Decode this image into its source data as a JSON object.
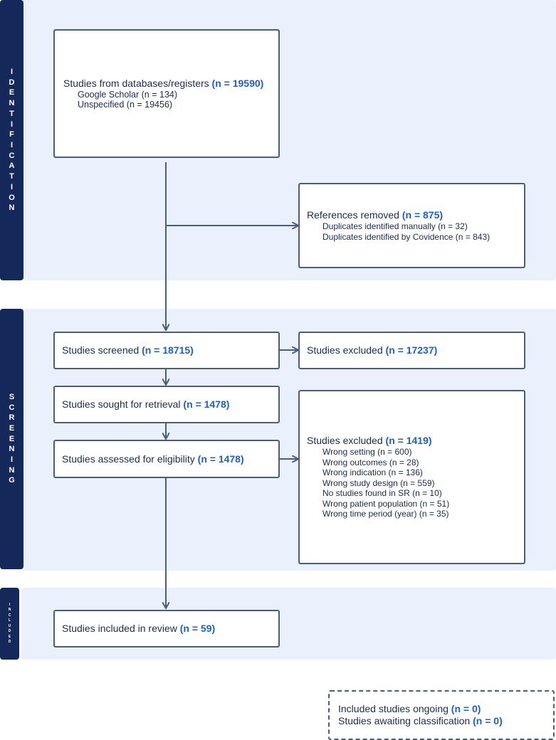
{
  "sections": {
    "identification": "IDENTIFICATION",
    "screening": "SCREENING",
    "included": "INCLUDED"
  },
  "identification": {
    "databases": {
      "label": "Studies from databases/registers",
      "n": "(n = 19590)",
      "sources": [
        "Google Scholar (n = 134)",
        "Unspecified (n = 19456)"
      ]
    },
    "removed": {
      "label": "References removed",
      "n": "(n = 875)",
      "items": [
        "Duplicates identified manually (n = 32)",
        "Duplicates identified by Covidence (n = 843)"
      ]
    }
  },
  "screening": {
    "screened": {
      "label": "Studies screened",
      "n": "(n = 18715)"
    },
    "excluded_screen": {
      "label": "Studies excluded",
      "n": "(n = 17237)"
    },
    "retrieval": {
      "label": "Studies sought for retrieval",
      "n": "(n = 1478)"
    },
    "eligibility": {
      "label": "Studies assessed for eligibility",
      "n": "(n = 1478)"
    },
    "excluded_full": {
      "label": "Studies excluded",
      "n": "(n = 1419)",
      "reasons": [
        "Wrong setting (n = 600)",
        "Wrong outcomes (n = 28)",
        "Wrong indication (n = 136)",
        "Wrong study design (n = 559)",
        "No studies found in SR (n = 10)",
        "Wrong patient population (n = 51)",
        "Wrong time period (year) (n = 35)"
      ]
    }
  },
  "included": {
    "review": {
      "label": "Studies included in review",
      "n": "(n = 59)"
    }
  },
  "ongoing": {
    "ongoing": {
      "label": "Included studies ongoing",
      "n": "(n = 0)"
    },
    "awaiting": {
      "label": "Studies awaiting classification",
      "n": "(n = 0)"
    }
  },
  "colors": {
    "sidebar": "#14285a",
    "band": "#eaf1fc",
    "border": "#4a5d7a",
    "accent": "#1f5fc4"
  }
}
